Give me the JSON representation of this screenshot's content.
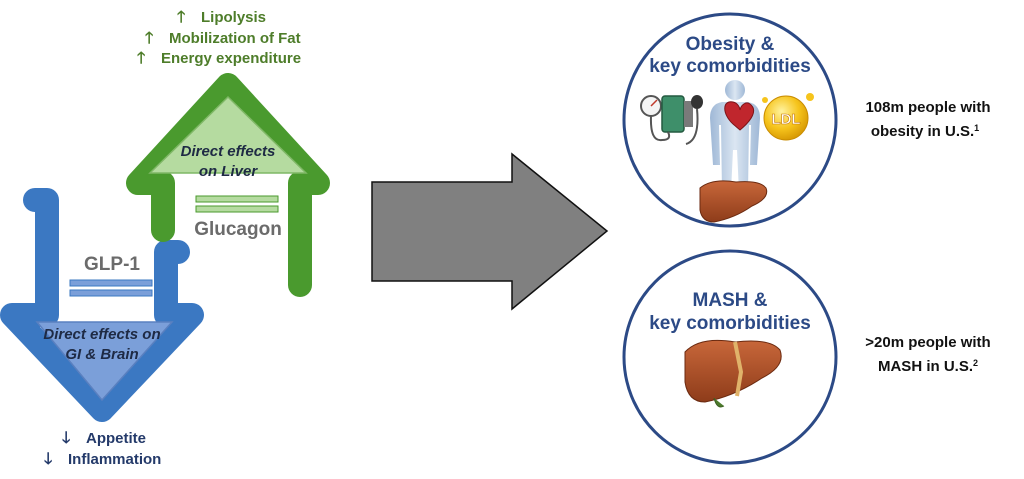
{
  "glucagon": {
    "label": "Glucagon",
    "inner_line1": "Direct effects",
    "inner_line2": "on Liver",
    "effects": [
      {
        "arrow": "up-arrow",
        "text": "Lipolysis"
      },
      {
        "arrow": "up-arrow",
        "text": "Mobilization of Fat"
      },
      {
        "arrow": "up-arrow",
        "text": "Energy expenditure"
      }
    ]
  },
  "glp1": {
    "label": "GLP-1",
    "inner_line1": "Direct effects on",
    "inner_line2": "GI & Brain",
    "effects": [
      {
        "arrow": "down-arrow",
        "text": "Appetite"
      },
      {
        "arrow": "down-arrow",
        "text": "Inflammation"
      }
    ]
  },
  "obesity_circle": {
    "title_line1": "Obesity &",
    "title_line2": "key comorbidities",
    "ldl_badge": "LDL",
    "stat_line1": "108m people with",
    "stat_line2": "obesity in U.S.",
    "footnote": "1"
  },
  "mash_circle": {
    "title_line1": "MASH &",
    "title_line2": "key comorbidities",
    "stat_line1": ">20m people with",
    "stat_line2": "MASH in U.S.",
    "footnote": "2"
  },
  "colors": {
    "green": "#4a9a2e",
    "green_text": "#4e7d2a",
    "green_fill": "#b5dba0",
    "blue": "#3b78c2",
    "blue_fill": "#7b9fd9",
    "navy": "#243a6a",
    "circle_title": "#2c4a86",
    "gray_arrow": "#808080",
    "gray_text": "#6b6b6b"
  }
}
